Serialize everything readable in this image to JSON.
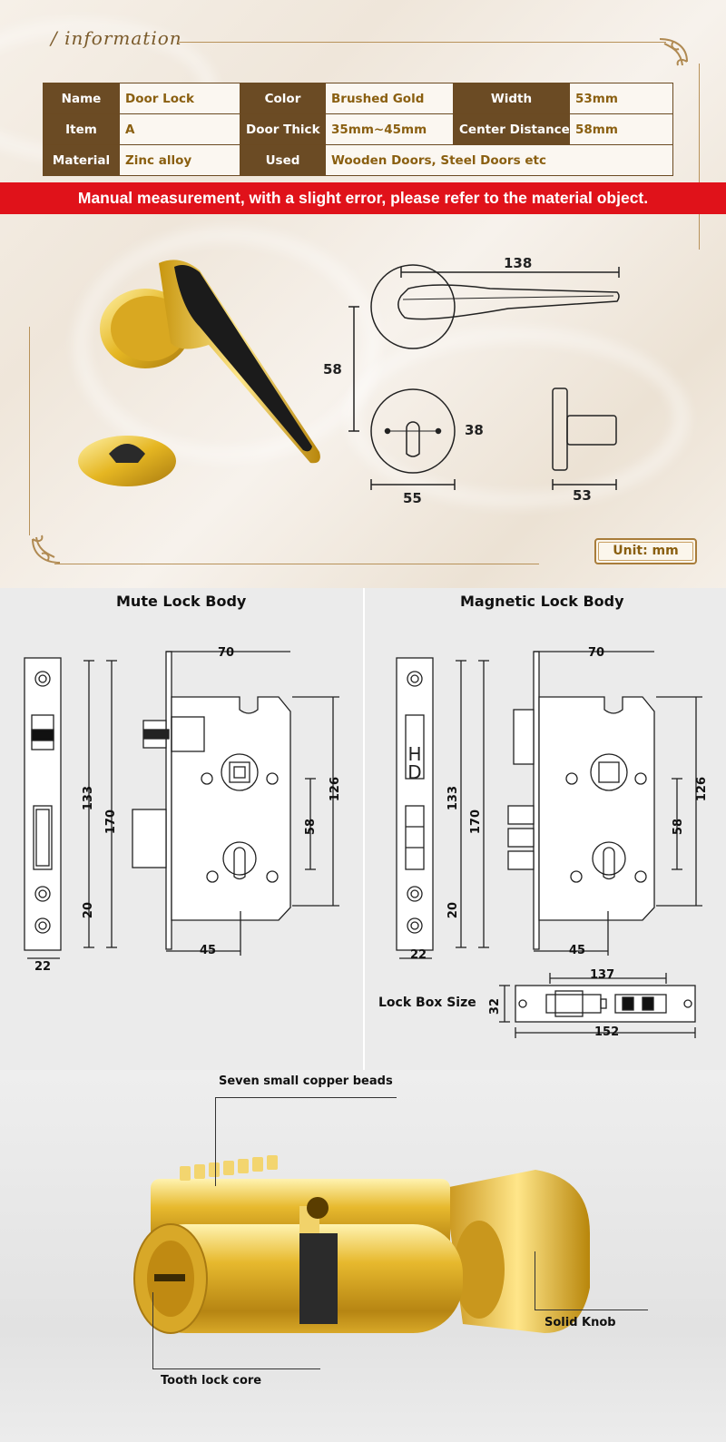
{
  "info": {
    "title": "information",
    "table": [
      [
        {
          "k": "Name",
          "v": "Door Lock"
        },
        {
          "k": "Color",
          "v": "Brushed Gold"
        },
        {
          "k": "Width",
          "v": "53mm"
        }
      ],
      [
        {
          "k": "Item",
          "v": "A"
        },
        {
          "k": "Door Thick",
          "v": "35mm~45mm"
        },
        {
          "k": "Center Distance",
          "v": "58mm"
        }
      ],
      [
        {
          "k": "Material",
          "v": "Zinc alloy"
        },
        {
          "k": "Used",
          "v": "Wooden Doors, Steel Doors etc"
        }
      ]
    ],
    "notice": "Manual measurement, with a slight error, please refer to the material object.",
    "dims": {
      "handle_length": "138",
      "center_distance": "58",
      "escutcheon_dia": "38",
      "rose_dia": "55",
      "width": "53"
    },
    "unit": "Unit: mm"
  },
  "lock_bodies": {
    "mute": {
      "title": "Mute Lock Body",
      "dims": {
        "top": "70",
        "faceplate_inner": "133",
        "faceplate_total": "170",
        "bottom_offset": "20",
        "faceplate_width": "22",
        "center": "58",
        "body_height": "126",
        "backset": "45"
      }
    },
    "magnetic": {
      "title": "Magnetic Lock Body",
      "dims": {
        "top": "70",
        "faceplate_inner": "133",
        "faceplate_total": "170",
        "bottom_offset": "20",
        "faceplate_width": "22",
        "center": "58",
        "body_height": "126",
        "backset": "45"
      }
    },
    "lock_box": {
      "label": "Lock Box Size",
      "length": "152",
      "inner": "137",
      "height": "32"
    },
    "colors": {
      "line": "#222222",
      "plate": "#ffffff"
    }
  },
  "cylinder": {
    "callouts": {
      "beads": "Seven small copper beads",
      "knob": "Solid Knob",
      "core": "Tooth lock core"
    },
    "colors": {
      "gold": "#e2b531",
      "gold_dark": "#a87a12"
    }
  }
}
